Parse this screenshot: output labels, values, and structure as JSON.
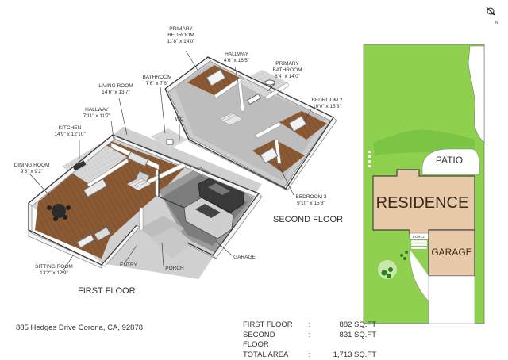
{
  "floors": {
    "first": "FIRST FLOOR",
    "second": "SECOND FLOOR"
  },
  "rooms": {
    "dining": {
      "name": "DINING ROOM",
      "dims": "9'6\" x 9'2\""
    },
    "kitchen": {
      "name": "KITCHEN",
      "dims": "14'9\" x 12'10\""
    },
    "hallway1": {
      "name": "HALLWAY",
      "dims": "7'11\" x 11'7\""
    },
    "living": {
      "name": "LIVING ROOM",
      "dims": "14'6\" x 13'7\""
    },
    "bathroom": {
      "name": "BATHROOM",
      "dims": "7'6\" x 7'6\""
    },
    "wc": {
      "name": "WC"
    },
    "sitting": {
      "name": "SITTING ROOM",
      "dims": "13'2\" x 12'9\""
    },
    "entry": {
      "name": "ENTRY"
    },
    "porch": {
      "name": "PORCH"
    },
    "garage": {
      "name": "GARAGE"
    },
    "primary_bedroom": {
      "name": "PRIMARY BEDROOM",
      "name_line1": "PRIMARY",
      "name_line2": "BEDROOM",
      "dims": "11'8\" x 14'0\""
    },
    "hallway2": {
      "name": "HALLWAY",
      "dims": "4'6\" x 16'5\""
    },
    "primary_bathroom": {
      "name_line1": "PRIMARY",
      "name_line2": "BATHROOM",
      "dims": "8'4\" x 14'0\""
    },
    "bedroom2": {
      "name": "BEDROOM 2",
      "dims": "10'0\" x 15'8\""
    },
    "bedroom3": {
      "name": "BEDROOM 3",
      "dims": "9'10\" x 15'8\""
    }
  },
  "site_plan": {
    "compass": "N",
    "patio": "PATIO",
    "residence": "RESIDENCE",
    "porch": "PORCH",
    "garage": "GARAGE"
  },
  "address": "885 Hedges Drive Corona, CA, 92878",
  "areas": [
    {
      "label": "FIRST FLOOR",
      "sep": ":",
      "value": "882 SQ.FT"
    },
    {
      "label": "SECOND FLOOR",
      "sep": ":",
      "value": "831 SQ.FT"
    },
    {
      "label": "TOTAL AREA",
      "sep": ":",
      "value": "1,713 SQ.FT"
    }
  ],
  "colors": {
    "wall": "#f4f4f4",
    "wall_dark": "#555555",
    "wood": "#8a5a34",
    "lawn": "#8fd14f",
    "lawn_dark": "#3d8f2b",
    "residence": "#e8c9a8"
  }
}
